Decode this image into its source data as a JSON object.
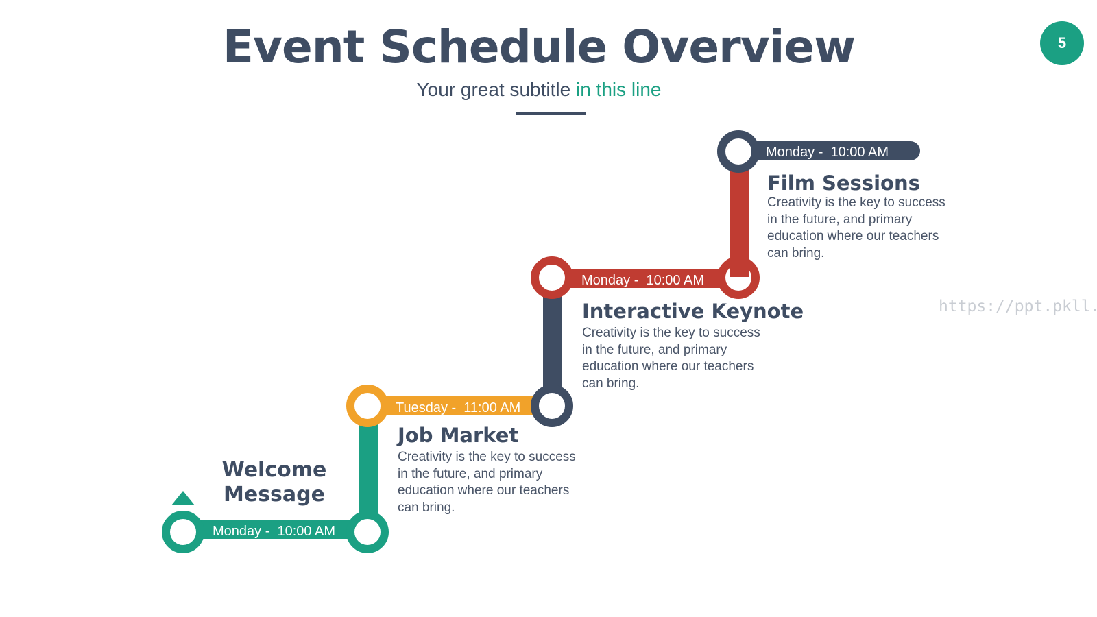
{
  "title": "Event Schedule Overview",
  "subtitle": {
    "main": "Your great subtitle",
    "accent": "in this line"
  },
  "page_number": "5",
  "colors": {
    "navy": "#3f4d63",
    "green": "#1ba083",
    "orange": "#f1a22a",
    "red": "#c03c32",
    "watermark": "#c9cdd3"
  },
  "start": {
    "heading_line1": "Welcome",
    "heading_line2": "Message",
    "icon": "triangle-up-icon"
  },
  "steps": [
    {
      "label": "Monday -  10:00 AM"
    },
    {
      "label": "Tuesday -  11:00 AM",
      "heading": "Job Market",
      "description": "Creativity is the key to success in the future, and primary education where our teachers can bring."
    },
    {
      "label": "Monday -  10:00 AM",
      "heading": "Interactive Keynote",
      "description": "Creativity is the key to success in the future, and primary education where our teachers can bring."
    },
    {
      "label": "Monday -  10:00 AM",
      "heading": "Film Sessions",
      "description": "Creativity is the key to success in the future, and primary education where our teachers can bring."
    }
  ],
  "watermark": "https://ppt.pkll.de"
}
